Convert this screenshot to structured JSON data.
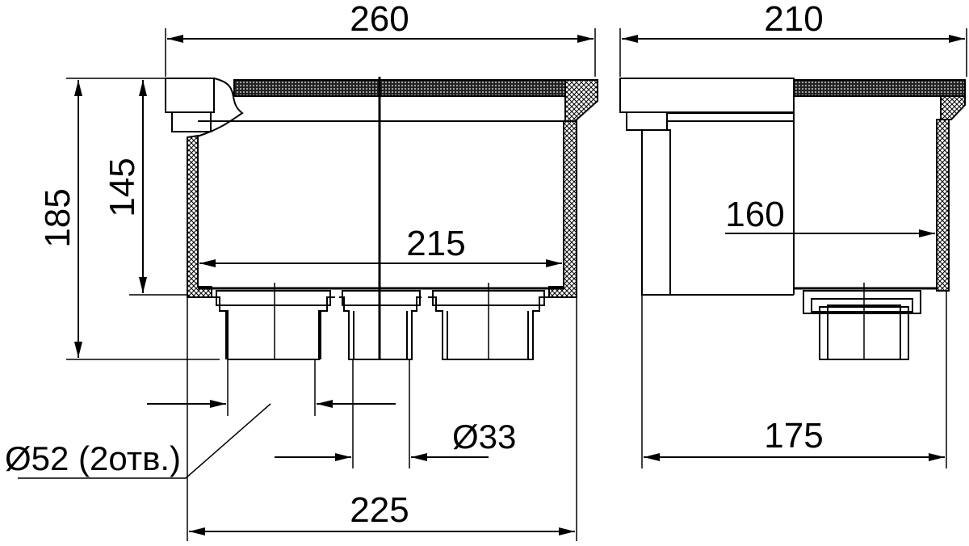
{
  "dimensions": {
    "front_width_top": "260",
    "side_width_top": "210",
    "overall_height": "185",
    "inner_height": "145",
    "inner_width": "215",
    "side_inner_depth": "160",
    "bottom_width": "225",
    "side_bottom_width": "175",
    "outlet_large_label": "Ø52 (2отв.)",
    "outlet_small_label": "Ø33"
  },
  "colors": {
    "line": "#000000",
    "background": "#ffffff"
  }
}
